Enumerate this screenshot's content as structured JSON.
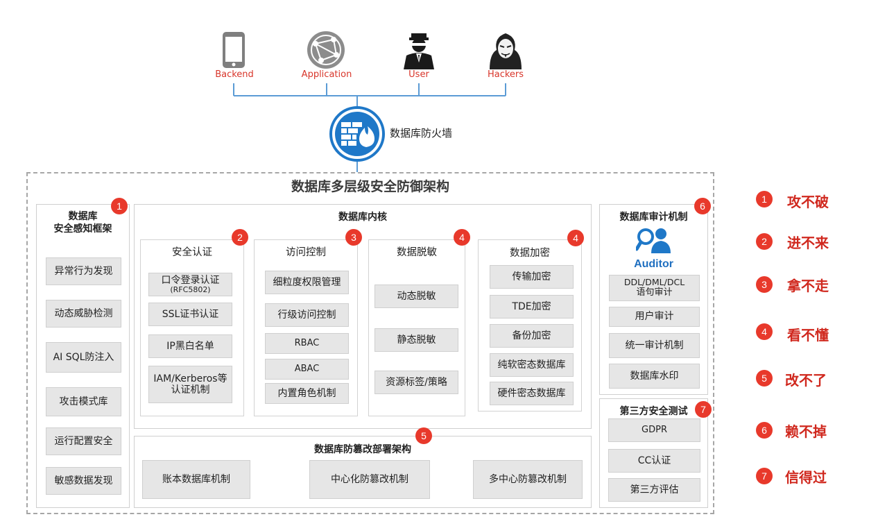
{
  "entities": {
    "backend": "Backend",
    "application": "Application",
    "user": "User",
    "hackers": "Hackers"
  },
  "firewall": {
    "label": "数据库防火墙"
  },
  "main_title": "数据库多层级安全防御架构",
  "perception": {
    "title_line1": "数据库",
    "title_line2": "安全感知框架",
    "badge": "1",
    "items": [
      "异常行为发现",
      "动态威胁检测",
      "AI SQL防注入",
      "攻击模式库",
      "运行配置安全",
      "敏感数据发现"
    ]
  },
  "kernel": {
    "title": "数据库内核",
    "auth": {
      "title": "安全认证",
      "badge": "2",
      "items": [
        "口令登录认证",
        "(RFC5802)",
        "SSL证书认证",
        "IP黑白名单",
        "IAM/Kerberos等",
        "认证机制"
      ]
    },
    "access": {
      "title": "访问控制",
      "badge": "3",
      "items": [
        "细粒度权限管理",
        "行级访问控制",
        "RBAC",
        "ABAC",
        "内置角色机制"
      ]
    },
    "masking": {
      "title": "数据脱敏",
      "badge": "4",
      "items": [
        "动态脱敏",
        "静态脱敏",
        "资源标签/策略"
      ]
    },
    "encryption": {
      "title": "数据加密",
      "badge": "4",
      "items": [
        "传输加密",
        "TDE加密",
        "备份加密",
        "纯软密态数据库",
        "硬件密态数据库"
      ]
    }
  },
  "tamper": {
    "title": "数据库防篡改部署架构",
    "badge": "5",
    "items": [
      "账本数据库机制",
      "中心化防篡改机制",
      "多中心防篡改机制"
    ]
  },
  "audit": {
    "title": "数据库审计机制",
    "badge": "6",
    "auditor": "Auditor",
    "items": [
      "DDL/DML/DCL",
      "语句审计",
      "用户审计",
      "统一审计机制",
      "数据库水印"
    ]
  },
  "thirdparty": {
    "title": "第三方安全测试",
    "badge": "7",
    "items": [
      "GDPR",
      "CC认证",
      "第三方评估"
    ]
  },
  "legend": [
    {
      "num": "1",
      "text": "攻不破"
    },
    {
      "num": "2",
      "text": "进不来"
    },
    {
      "num": "3",
      "text": "拿不走"
    },
    {
      "num": "4",
      "text": "看不懂"
    },
    {
      "num": "5",
      "text": "改不了"
    },
    {
      "num": "6",
      "text": "赖不掉"
    },
    {
      "num": "7",
      "text": "信得过"
    }
  ],
  "colors": {
    "accent_red": "#e8392b",
    "blue": "#1f78c8",
    "box_gray": "#e6e6e6"
  }
}
